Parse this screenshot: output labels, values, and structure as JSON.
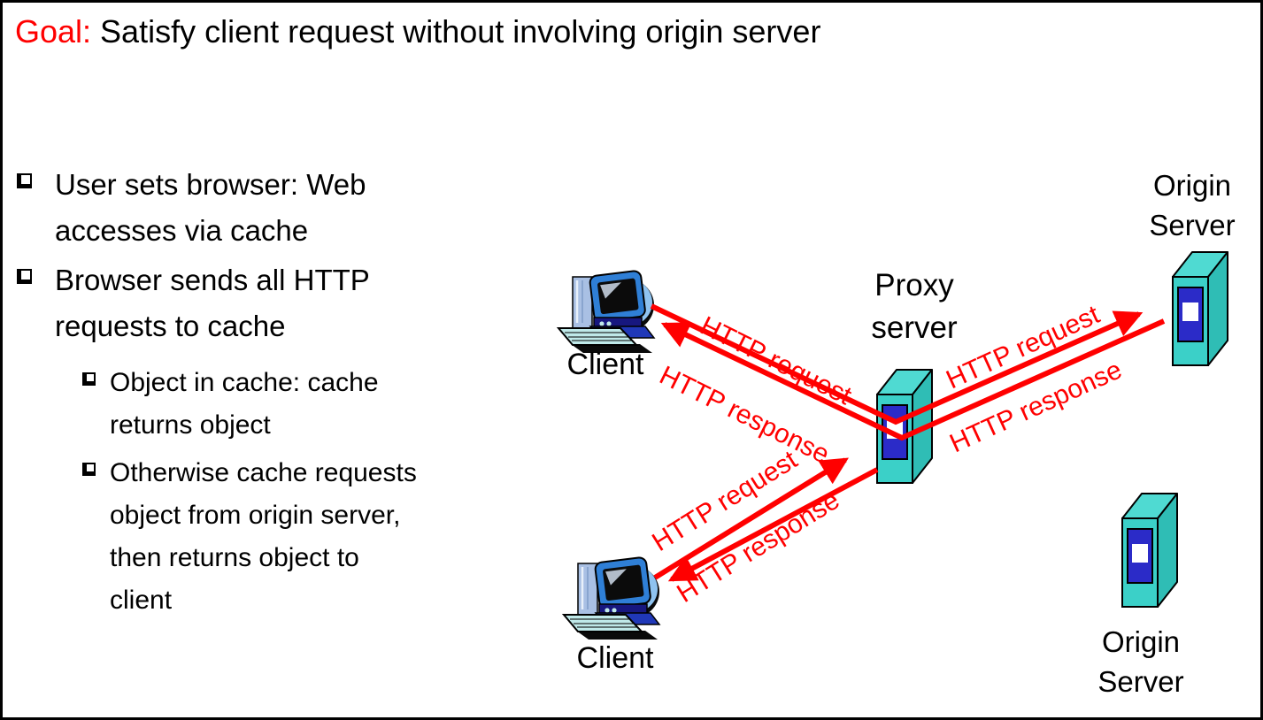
{
  "slide": {
    "title": {
      "prefix": "Goal:",
      "rest": " Satisfy client request without involving origin server"
    },
    "bullets": [
      {
        "level": 1,
        "text": "User sets browser: Web\naccesses via  cache"
      },
      {
        "level": 1,
        "text": "Browser sends all HTTP\nrequests to  cache"
      },
      {
        "level": 2,
        "text": "Object in cache: cache\nreturns object"
      },
      {
        "level": 2,
        "text": "Otherwise cache requests\nobject from origin server,\nthen returns object to\nclient"
      }
    ]
  },
  "diagram": {
    "labels": {
      "client_top": "Client",
      "client_bottom": "Client",
      "proxy": "Proxy\nserver",
      "origin_top": "Origin\nServer",
      "origin_bottom": "Origin\nServer"
    },
    "arrow_labels": {
      "top_request": "HTTP request",
      "top_response": "HTTP response",
      "right_request": "HTTP request",
      "right_response": "HTTP response",
      "bottom_request": "HTTP request",
      "bottom_response": "HTTP response"
    },
    "colors": {
      "arrow_red": "#FF0000",
      "title_accent_red": "#FF0000",
      "server_front": "#3BD0C8",
      "server_top": "#4FDAD2",
      "server_side": "#2FBDB5",
      "server_panel_blue": "#2B2BC8",
      "monitor_bezel_blue": "#2F7FD6",
      "keyboard_teal": "#BFE9E9"
    }
  }
}
